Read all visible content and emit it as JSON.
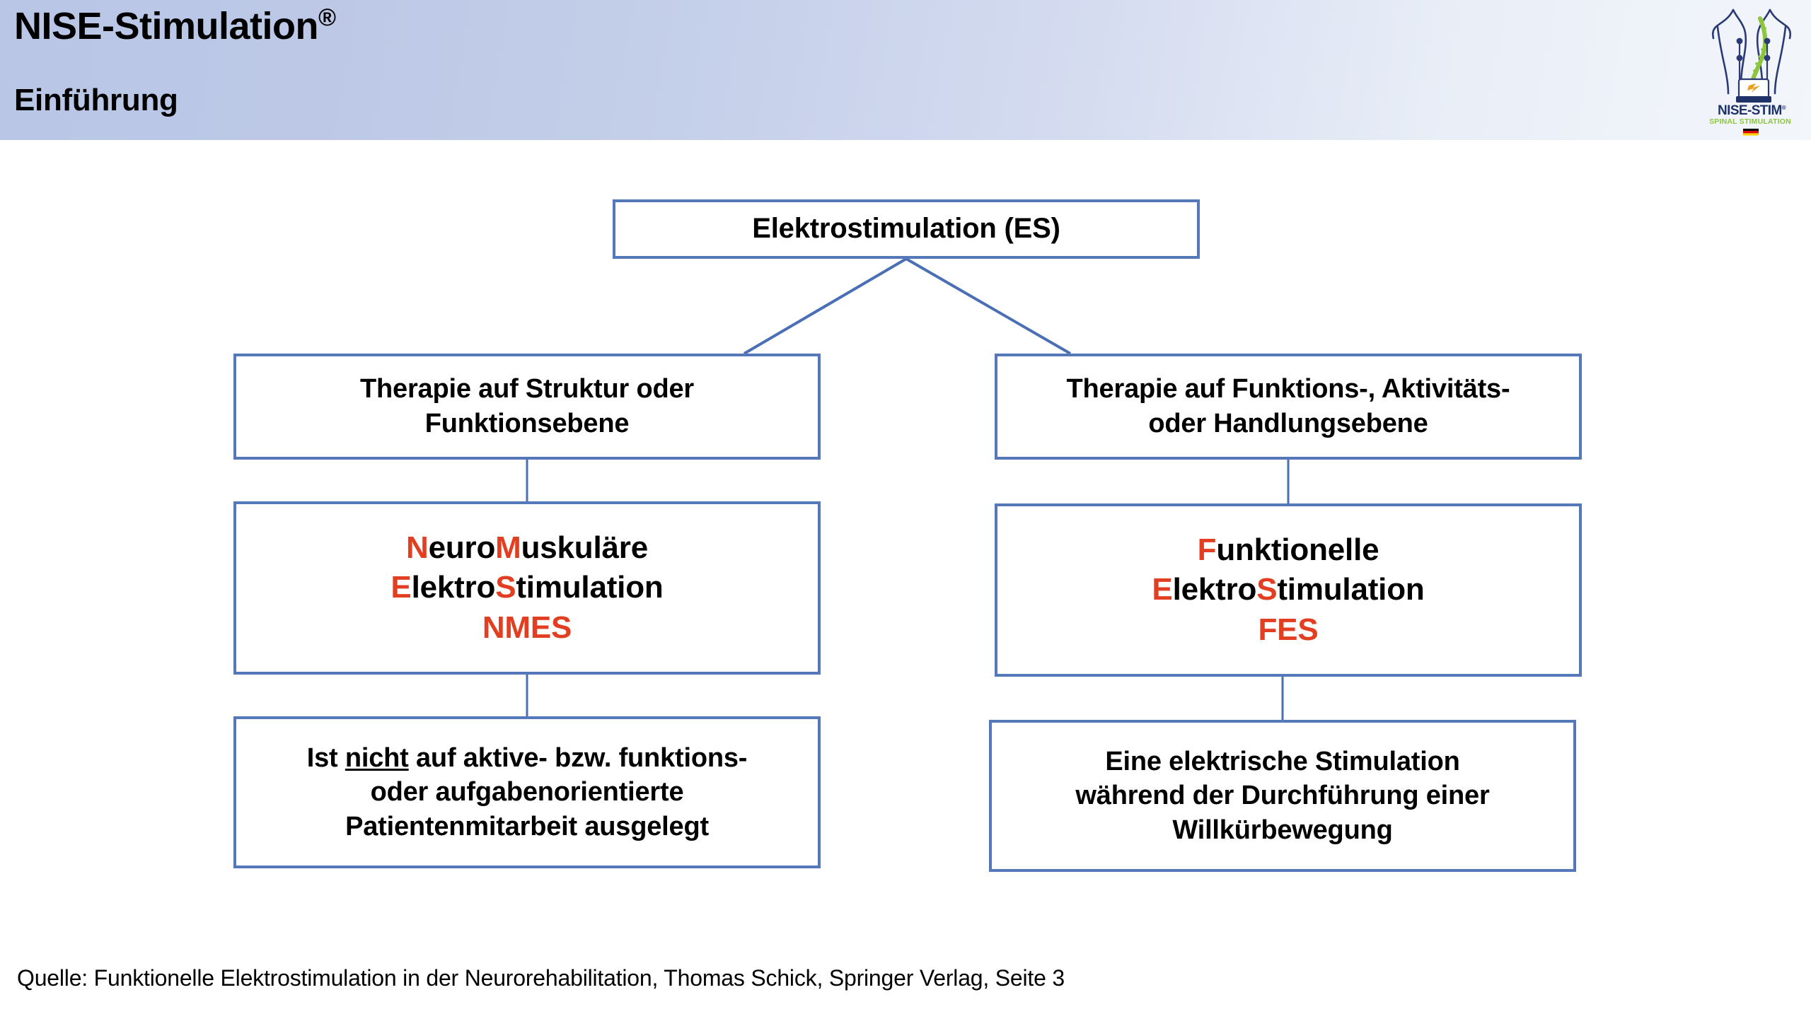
{
  "header": {
    "title_main": "NISE-Stimulation",
    "title_registered": "®",
    "subtitle": "Einführung",
    "gradient_from": "#b9c6e5",
    "gradient_to": "#f3f6fb"
  },
  "logo": {
    "wordmark": "NISE-STIM",
    "wordmark_registered": "®",
    "tagline": "SPINAL STIMULATION",
    "spine_color": "#8cc63f",
    "body_color": "#2b3a77",
    "device_color": "#1f3368",
    "bolt_color": "#e8a020",
    "flag_colors": [
      "#000000",
      "#dd0000",
      "#ffce00"
    ]
  },
  "diagram": {
    "box_border_color": "#5478b8",
    "connector_color": "#4a6fb5",
    "accent_color": "#e23f22",
    "nodes": {
      "root": {
        "label": "Elektrostimulation (ES)"
      },
      "left_branch": {
        "line1": "Therapie auf Struktur oder",
        "line2": "Funktionsebene"
      },
      "right_branch": {
        "line1": "Therapie auf Funktions-, Aktivitäts-",
        "line2": "oder Handlungsebene"
      },
      "nmes": {
        "line1_a": "N",
        "line1_b": "euro",
        "line1_c": "M",
        "line1_d": "uskuläre",
        "line2_a": "E",
        "line2_b": "lektro",
        "line2_c": "S",
        "line2_d": "timulation",
        "acronym": "NMES"
      },
      "fes": {
        "line1_a": "F",
        "line1_b": "unktionelle",
        "line2_a": "E",
        "line2_b": "lektro",
        "line2_c": "S",
        "line2_d": "timulation",
        "acronym": "FES"
      },
      "nmes_desc": {
        "line1_pre": "Ist ",
        "line1_underlined": "nicht",
        "line1_post": " auf aktive- bzw. funktions-",
        "line2": "oder aufgabenorientierte",
        "line3": "Patientenmitarbeit ausgelegt"
      },
      "fes_desc": {
        "line1": "Eine elektrische Stimulation",
        "line2": "während der Durchführung einer",
        "line3": "Willkürbewegung"
      }
    }
  },
  "footer": {
    "source": "Quelle: Funktionelle Elektrostimulation in der Neurorehabilitation, Thomas Schick, Springer Verlag, Seite 3"
  }
}
